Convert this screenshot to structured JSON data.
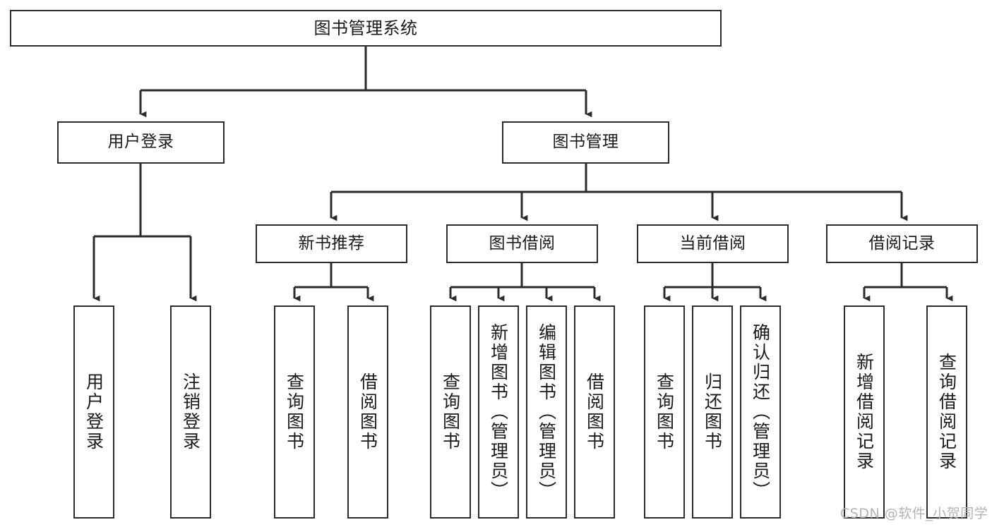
{
  "diagram": {
    "title": "图书管理系统",
    "root": {
      "label": "图书管理系统"
    },
    "level2": [
      {
        "label": "用户登录"
      },
      {
        "label": "图书管理"
      }
    ],
    "level3": [
      {
        "label": "新书推荐"
      },
      {
        "label": "图书借阅"
      },
      {
        "label": "当前借阅"
      },
      {
        "label": "借阅记录"
      }
    ],
    "leaves": {
      "user_login": [
        {
          "label": "用户登录"
        },
        {
          "label": "注销登录"
        }
      ],
      "new_book": [
        {
          "label": "查询图书"
        },
        {
          "label": "借阅图书"
        }
      ],
      "book_borrow": [
        {
          "label": "查询图书"
        },
        {
          "label": "新增图书（管理员）"
        },
        {
          "label": "编辑图书（管理员）"
        },
        {
          "label": "借阅图书"
        }
      ],
      "current_borrow": [
        {
          "label": "查询图书"
        },
        {
          "label": "归还图书"
        },
        {
          "label": "确认归还（管理员）"
        }
      ],
      "borrow_record": [
        {
          "label": "新增借阅记录"
        },
        {
          "label": "查询借阅记录"
        }
      ]
    }
  },
  "watermark": {
    "text": "CSDN @软件_小贺同学"
  },
  "colors": {
    "stroke": "#2b2b2b",
    "fill": "#ffffff",
    "text": "#1a1a1a",
    "watermark": "#b3b3b3"
  }
}
